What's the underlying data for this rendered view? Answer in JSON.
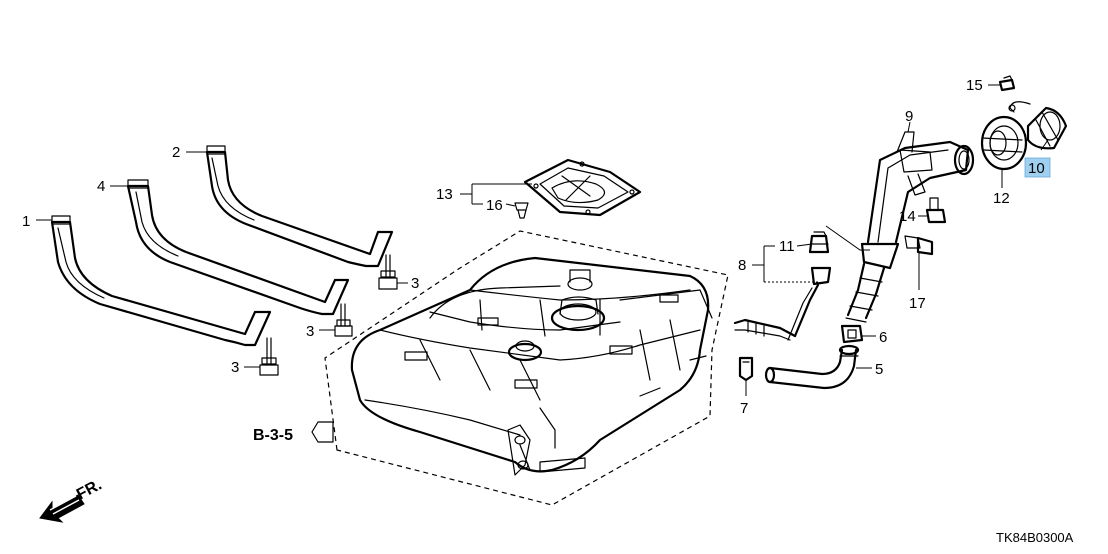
{
  "callouts": [
    {
      "id": "1",
      "label": "1"
    },
    {
      "id": "2",
      "label": "2"
    },
    {
      "id": "3a",
      "label": "3"
    },
    {
      "id": "3b",
      "label": "3"
    },
    {
      "id": "3c",
      "label": "3"
    },
    {
      "id": "4",
      "label": "4"
    },
    {
      "id": "5",
      "label": "5"
    },
    {
      "id": "6",
      "label": "6"
    },
    {
      "id": "7",
      "label": "7"
    },
    {
      "id": "8",
      "label": "8"
    },
    {
      "id": "9",
      "label": "9"
    },
    {
      "id": "10",
      "label": "10"
    },
    {
      "id": "11",
      "label": "11"
    },
    {
      "id": "12",
      "label": "12"
    },
    {
      "id": "13",
      "label": "13"
    },
    {
      "id": "14",
      "label": "14"
    },
    {
      "id": "15",
      "label": "15"
    },
    {
      "id": "16",
      "label": "16"
    },
    {
      "id": "17",
      "label": "17"
    }
  ],
  "highlight_color": "#9fd0f0",
  "section_ref": "B-3-5",
  "front_marker": "FR.",
  "diagram_code": "TK84B0300A"
}
